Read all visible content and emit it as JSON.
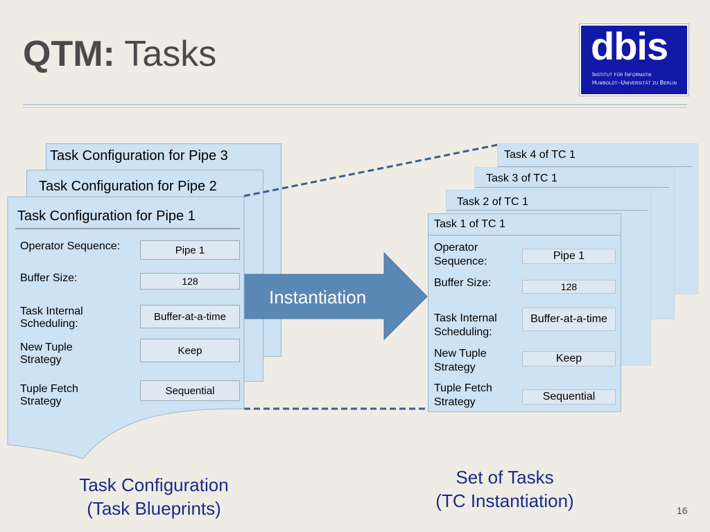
{
  "title": {
    "bold": "QTM:",
    "rest": "Tasks"
  },
  "logo": {
    "main": "dbis",
    "line1": "Institut für Informatik",
    "line2": "Humboldt–Universität zu Berlin"
  },
  "left": {
    "cards": [
      "Task Configuration for Pipe 3",
      "Task Configuration for Pipe 2",
      "Task Configuration for Pipe 1"
    ],
    "fields": [
      {
        "label": "Operator Sequence:",
        "value": "Pipe 1"
      },
      {
        "label": "Buffer Size:",
        "value": "128"
      },
      {
        "label": "Task Internal\nScheduling:",
        "value": "Buffer-at-a-time"
      },
      {
        "label": "New Tuple\nStrategy",
        "value": "Keep"
      },
      {
        "label": "Tuple Fetch\nStrategy",
        "value": "Sequential"
      }
    ],
    "caption": "Task Configuration\n(Task Blueprints)"
  },
  "arrow": {
    "label": "Instantiation"
  },
  "right": {
    "cards": [
      "Task 4 of TC 1",
      "Task 3 of TC 1",
      "Task 2 of TC 1",
      "Task 1 of TC 1"
    ],
    "fields": [
      {
        "label": "Operator\nSequence:",
        "value": "Pipe 1"
      },
      {
        "label": "Buffer Size:",
        "value": "128"
      },
      {
        "label": "Task Internal\nScheduling:",
        "value": "Buffer-at-a-time"
      },
      {
        "label": "New Tuple\nStrategy",
        "value": "Keep"
      },
      {
        "label": "Tuple Fetch\nStrategy",
        "value": "Sequential"
      }
    ],
    "caption": "Set of Tasks\n(TC Instantiation)"
  },
  "page_number": "16",
  "colors": {
    "card": "#cde2f2",
    "arrow": "#5b87b4",
    "dashed": "#3b5f8f",
    "caption": "#1b2a87",
    "logo": "#1219a7"
  }
}
